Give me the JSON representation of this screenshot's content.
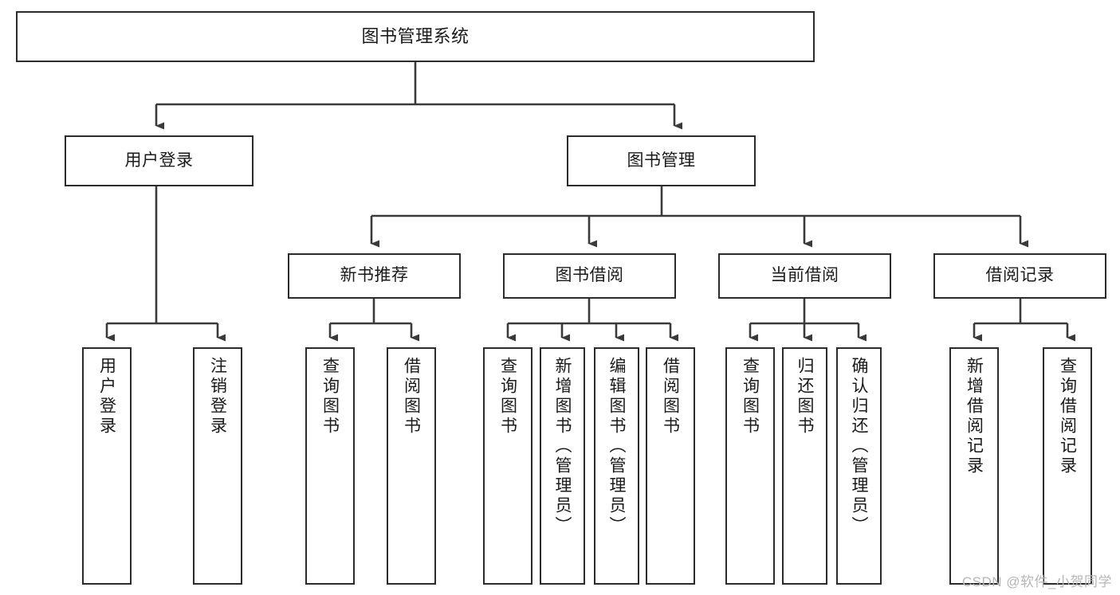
{
  "diagram": {
    "type": "tree-hierarchy",
    "title": "图书管理系统",
    "watermark": "CSDN @软件_小贺同学",
    "colors": {
      "box_stroke": "#2b2b2b",
      "box_fill": "#ffffff",
      "connector": "#3a3a3a",
      "text": "#1a1a1a",
      "watermark": "#b6b6b6"
    },
    "levels": {
      "root": "图书管理系统",
      "level2": [
        "用户登录",
        "图书管理"
      ],
      "level3": [
        "新书推荐",
        "图书借阅",
        "当前借阅",
        "借阅记录"
      ]
    },
    "nodes": {
      "root": {
        "label": "图书管理系统"
      },
      "user_login": {
        "label": "用户登录"
      },
      "book_manage": {
        "label": "图书管理"
      },
      "new_book_rec": {
        "label": "新书推荐"
      },
      "book_borrow": {
        "label": "图书借阅"
      },
      "current_borrow": {
        "label": "当前借阅"
      },
      "borrow_record": {
        "label": "借阅记录"
      },
      "leaf_user_login": {
        "label": "用户登录"
      },
      "leaf_user_logout": {
        "label": "注销登录"
      },
      "leaf_rec_query": {
        "label": "查询图书"
      },
      "leaf_rec_borrow": {
        "label": "借阅图书"
      },
      "leaf_borrow_query": {
        "label": "查询图书"
      },
      "leaf_borrow_add": {
        "label": "新增图书（管理员）"
      },
      "leaf_borrow_edit": {
        "label": "编辑图书（管理员）"
      },
      "leaf_borrow_lend": {
        "label": "借阅图书"
      },
      "leaf_cur_query": {
        "label": "查询图书"
      },
      "leaf_cur_return": {
        "label": "归还图书"
      },
      "leaf_cur_confirm": {
        "label": "确认归还（管理员）"
      },
      "leaf_rec_add": {
        "label": "新增借阅记录"
      },
      "leaf_rec_search": {
        "label": "查询借阅记录"
      }
    },
    "edges": [
      {
        "from": "root",
        "to": "user_login"
      },
      {
        "from": "root",
        "to": "book_manage"
      },
      {
        "from": "user_login",
        "to": "leaf_user_login"
      },
      {
        "from": "user_login",
        "to": "leaf_user_logout"
      },
      {
        "from": "book_manage",
        "to": "new_book_rec"
      },
      {
        "from": "book_manage",
        "to": "book_borrow"
      },
      {
        "from": "book_manage",
        "to": "current_borrow"
      },
      {
        "from": "book_manage",
        "to": "borrow_record"
      },
      {
        "from": "new_book_rec",
        "to": "leaf_rec_query"
      },
      {
        "from": "new_book_rec",
        "to": "leaf_rec_borrow"
      },
      {
        "from": "book_borrow",
        "to": "leaf_borrow_query"
      },
      {
        "from": "book_borrow",
        "to": "leaf_borrow_add"
      },
      {
        "from": "book_borrow",
        "to": "leaf_borrow_edit"
      },
      {
        "from": "book_borrow",
        "to": "leaf_borrow_lend"
      },
      {
        "from": "current_borrow",
        "to": "leaf_cur_query"
      },
      {
        "from": "current_borrow",
        "to": "leaf_cur_return"
      },
      {
        "from": "current_borrow",
        "to": "leaf_cur_confirm"
      },
      {
        "from": "borrow_record",
        "to": "leaf_rec_add"
      },
      {
        "from": "borrow_record",
        "to": "leaf_rec_search"
      }
    ]
  }
}
